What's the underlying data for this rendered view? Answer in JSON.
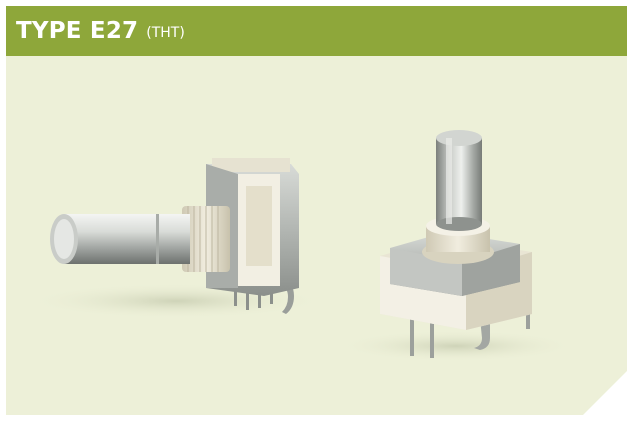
{
  "header": {
    "title": "TYPE E27",
    "subtitle": "(THT)"
  },
  "colors": {
    "header_green": "#8ea73a",
    "panel_cream": "#edf0d8",
    "title_text": "#ffffff"
  },
  "image": {
    "subject": "rotary-encoder-components"
  }
}
